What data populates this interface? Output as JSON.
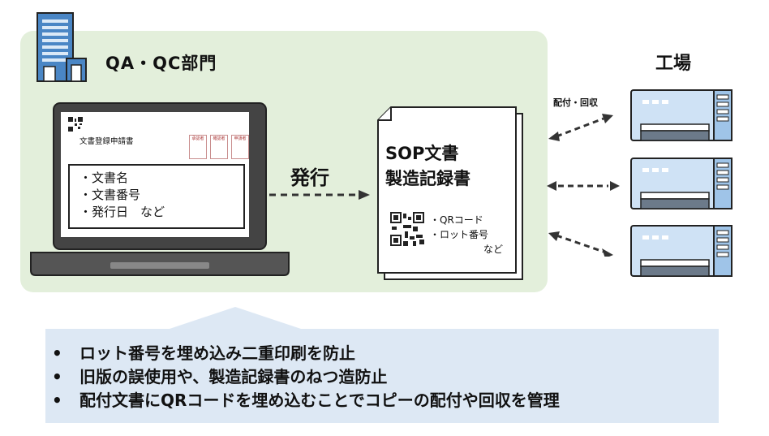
{
  "qa_department": {
    "title": "QA・QC部門",
    "icon": "building-icon"
  },
  "factory": {
    "title": "工場",
    "icon": "factory-icon"
  },
  "request_form": {
    "title": "文書登録申請書",
    "approval_stamps": [
      "承認者",
      "確認者",
      "申請者"
    ],
    "fields": [
      "・文書名",
      "・文書番号",
      "・発行日　など"
    ]
  },
  "issue_label": "発行",
  "sop_document": {
    "title_line1": "SOP文書",
    "title_line2": "製造記録書",
    "items": [
      "・QRコード",
      "・ロット番号",
      "など"
    ]
  },
  "distribution_label": "配付・回収",
  "notes": [
    "ロット番号を埋め込み二重印刷を防止",
    "旧版の誤使用や、製造記録書のねつ造防止",
    "配付文書にQRコードを埋め込むことでコピーの配付や回収を管理"
  ],
  "colors": {
    "qa_background": "#e3efdb",
    "notes_background": "#dde8f4",
    "building_blue": "#4a86c5",
    "factory_blue": "#cfe2f5"
  }
}
